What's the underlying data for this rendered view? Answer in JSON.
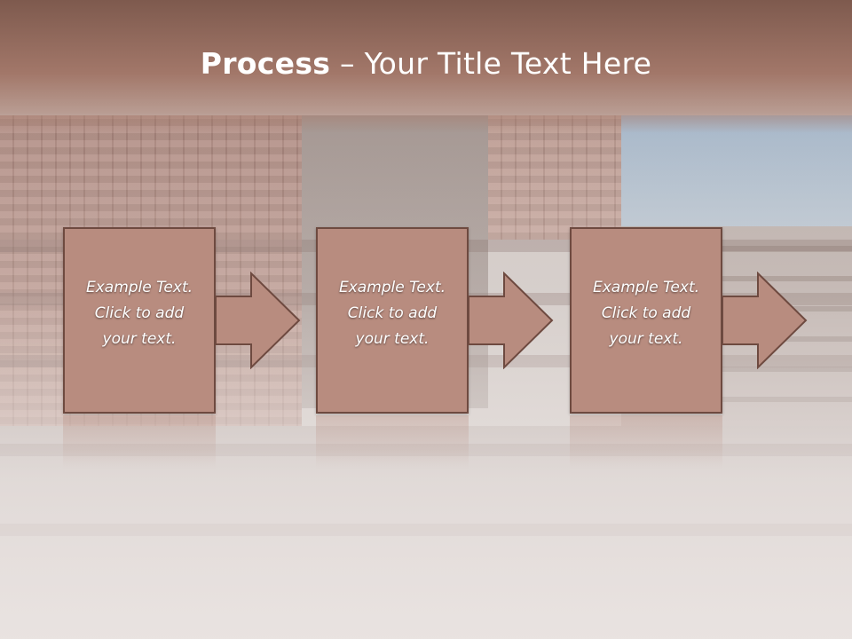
{
  "slide": {
    "title_bold": "Process",
    "title_rest": " – Your Title Text Here"
  },
  "steps": [
    {
      "text": "Example Text.\nClick  to add\nyour text."
    },
    {
      "text": "Example Text.\nClick  to add\nyour text."
    },
    {
      "text": "Example Text.\nClick  to add\nyour text."
    }
  ],
  "colors": {
    "box_fill": "#b88c7f",
    "box_border": "#6e4a40",
    "header": "#a27769"
  },
  "icons": [
    "right-arrow-icon",
    "right-arrow-icon",
    "right-arrow-icon"
  ]
}
